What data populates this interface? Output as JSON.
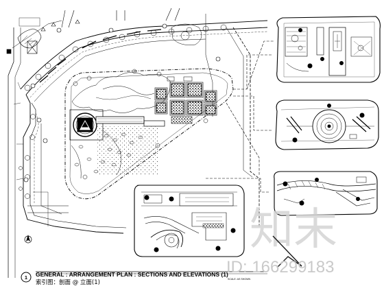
{
  "drawing": {
    "bubble_number": "1",
    "title": "GENERAL : ARRANGEMENT PLAN : SECTIONS AND ELEVATIONS (1)",
    "subtitle": "索引图：剖面 @ 立面(1)",
    "scale": "SCALE: AS SHOWN"
  },
  "watermark": {
    "logo_text": "知末",
    "id_text": "ID: 166299183"
  },
  "detail_views": [
    "detail-top-right",
    "detail-circular-plaza",
    "detail-curved-path",
    "detail-bottom-center"
  ]
}
